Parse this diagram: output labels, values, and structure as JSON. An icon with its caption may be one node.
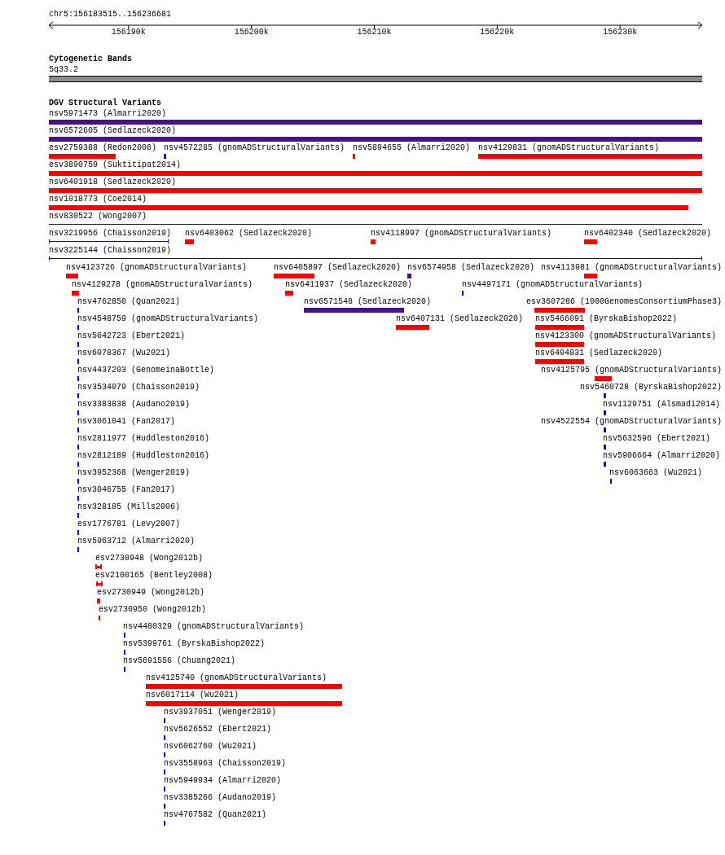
{
  "diagram": {
    "labels": [
      "chr5:156183515..156236681",
      "156190k",
      "156200k",
      "156210k",
      "156220k",
      "156230k",
      "Cytogenetic Bands",
      "5q33.2",
      "DGV Structural Variants",
      "nsv5971473 (Almarri2020)",
      "nsv6572605 (Sedlazeck2020)",
      "esv2759388 (Redon2006)",
      "nsv4572285 (gnomADStructuralVariants)",
      "nsv5894655 (Almarri2020)",
      "nsv4129831 (gnomADStructuralVariants)",
      "esv3890759 (Suktitipat2014)",
      "nsv6401918 (Sedlazeck2020)",
      "nsv1018773 (Coe2014)",
      "nsv830522 (Wong2007)",
      "nsv3219956 (Chaisson2019)",
      "nsv6403062 (Sedlazeck2020)",
      "nsv4118997 (gnomADStructuralVariants)",
      "nsv6402340 (Sedlazeck2020)",
      "nsv3225144 (Chaisson2019)",
      "nsv4123726 (gnomADStructuralVariants)",
      "nsv6405897 (Sedlazeck2020)",
      "nsv6574958 (Sedlazeck2020)",
      "nsv4113981 (gnomADStructuralVariants)",
      "nsv4129278 (gnomADStructuralVariants)",
      "nsv6411937 (Sedlazeck2020)",
      "nsv4497171 (gnomADStructuralVariants)",
      "nsv4762850 (Quan2021)",
      "nsv6571548 (Sedlazeck2020)",
      "esv3607286 (1000GenomesConsortiumPhase3)",
      "nsv4548759 (gnomADStructuralVariants)",
      "nsv6407131 (Sedlazeck2020)",
      "nsv5466091 (ByrskaBishop2022)",
      "nsv5642723 (Ebert2021)",
      "nsv4123300 (gnomADStructuralVariants)",
      "nsv6078367 (Wu2021)",
      "nsv6404831 (Sedlazeck2020)",
      "nsv4437203 (GenomeinaBottle)",
      "nsv4125795 (gnomADStructuralVariants)",
      "nsv3534079 (Chaisson2019)",
      "nsv5460728 (ByrskaBishop2022)",
      "nsv3383838 (Audano2019)",
      "nsv1129751 (Alsmadi2014)",
      "nsv3061041 (Fan2017)",
      "nsv4522554 (gnomADStructuralVariants)",
      "nsv2811977 (Huddleston2016)",
      "nsv5632596 (Ebert2021)",
      "nsv2812189 (Huddleston2016)",
      "nsv5906664 (Almarri2020)",
      "nsv3952368 (Wenger2019)",
      "nsv6063663 (Wu2021)",
      "nsv3046755 (Fan2017)",
      "nsv328185 (Mills2006)",
      "esv1776781 (Levy2007)",
      "nsv5963712 (Almarri2020)",
      "esv2730948 (Wong2012b)",
      "esv2100165 (Bentley2008)",
      "esv2730949 (Wong2012b)",
      "esv2730950 (Wong2012b)",
      "nsv4480329 (gnomADStructuralVariants)",
      "nsv5399761 (ByrskaBishop2022)",
      "nsv5691556 (Chuang2021)",
      "nsv4125740 (gnomADStructuralVariants)",
      "nsv6017114 (Wu2021)",
      "nsv3937051 (Wenger2019)",
      "nsv5626552 (Ebert2021)",
      "nsv6062760 (Wu2021)",
      "nsv3558963 (Chaisson2019)",
      "nsv5949934 (Almarri2020)",
      "nsv3385266 (Audano2019)",
      "nsv4767582 (Quan2021)"
    ]
  }
}
